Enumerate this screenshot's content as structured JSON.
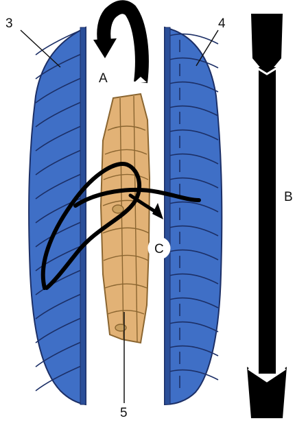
{
  "labels": {
    "part_3": "3",
    "part_4": "4",
    "part_5": "5",
    "flow_a": "A",
    "axis_b": "B",
    "flow_c": "C"
  },
  "colors": {
    "blade_blue": "#3f6fc6",
    "blade_edge": "#1c2f66",
    "stator_tan": "#e2b276",
    "stator_edge": "#8a6530",
    "arrow": "#000000"
  },
  "icons": [
    "curved-arrow-icon",
    "double-arrow-icon",
    "flow-path-arrow-icon"
  ]
}
